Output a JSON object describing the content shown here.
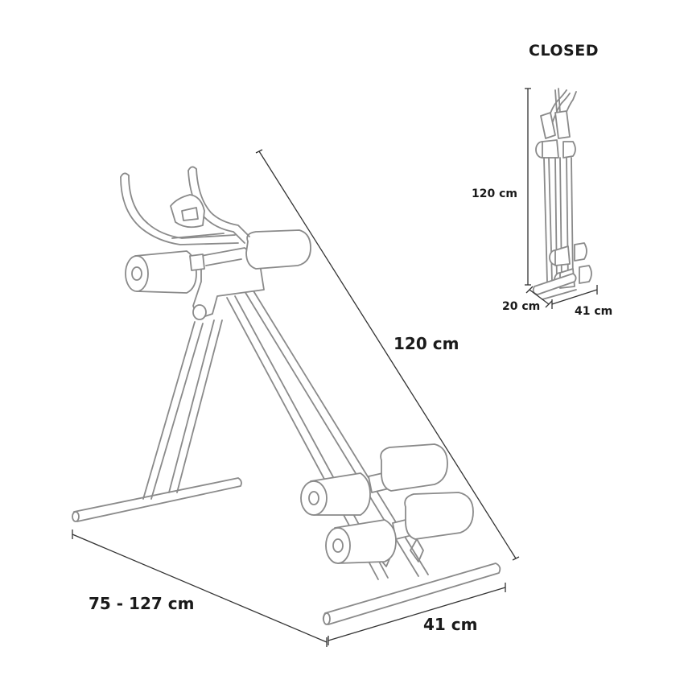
{
  "labels": {
    "closed_title": "CLOSED",
    "closed_height": "120 cm",
    "closed_depth": "20 cm",
    "closed_width": "41 cm",
    "main_height": "120 cm",
    "main_length": "75 - 127 cm",
    "main_width": "41 cm"
  },
  "colors": {
    "frame_stroke": "#8a8a8a",
    "dimension_stroke": "#333333",
    "text": "#1a1a1a",
    "background": "#ffffff"
  }
}
